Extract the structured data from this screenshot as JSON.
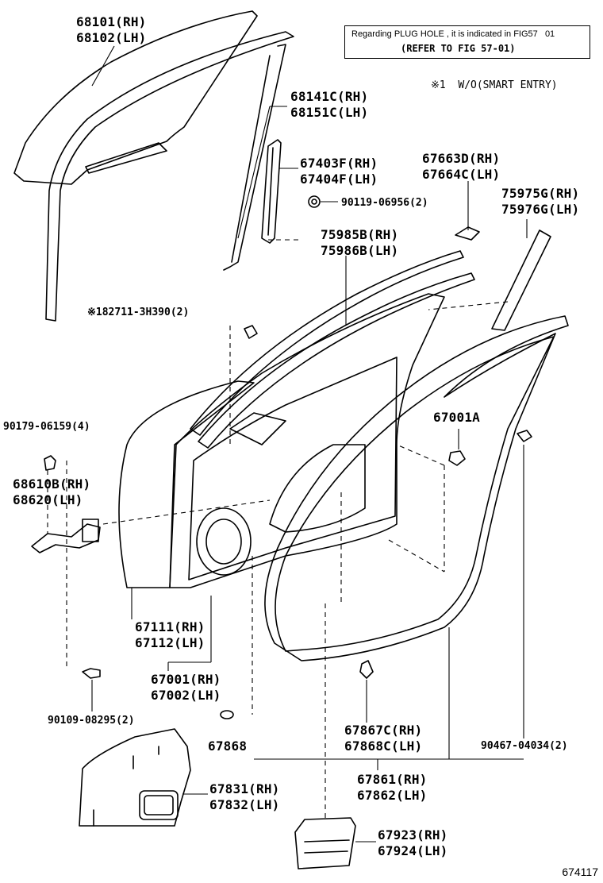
{
  "note": {
    "line1": "Regarding PLUG HOLE , it is indicated in FIG57   01",
    "line2": "(REFER TO FIG 57-01)",
    "smart_entry": "※1  W/O(SMART ENTRY)"
  },
  "parts": {
    "p68101": "68101(RH)",
    "p68102": "68102(LH)",
    "p68141": "68141C(RH)",
    "p68151": "68151C(LH)",
    "p67403": "67403F(RH)",
    "p67404": "67404F(LH)",
    "p90119": "90119-06956(2)",
    "p67663": "67663D(RH)",
    "p67664": "67664C(LH)",
    "p75975": "75975G(RH)",
    "p75976": "75976G(LH)",
    "p75985": "75985B(RH)",
    "p75986": "75986B(LH)",
    "p82711": "※182711-3H390(2)",
    "p90179": "90179-06159(4)",
    "p67001a": "67001A",
    "p68610": "68610B(RH)",
    "p68620": "68620(LH)",
    "p67111": "67111(RH)",
    "p67112": "67112(LH)",
    "p67001": "67001(RH)",
    "p67002": "67002(LH)",
    "p90109": "90109-08295(2)",
    "p67867": "67867C(RH)",
    "p67868c": "67868C(LH)",
    "p67868": "67868",
    "p90467": "90467-04034(2)",
    "p67861": "67861(RH)",
    "p67862": "67862(LH)",
    "p67831": "67831(RH)",
    "p67832": "67832(LH)",
    "p67923": "67923(RH)",
    "p67924": "67924(LH)"
  },
  "figure_number": "674117"
}
